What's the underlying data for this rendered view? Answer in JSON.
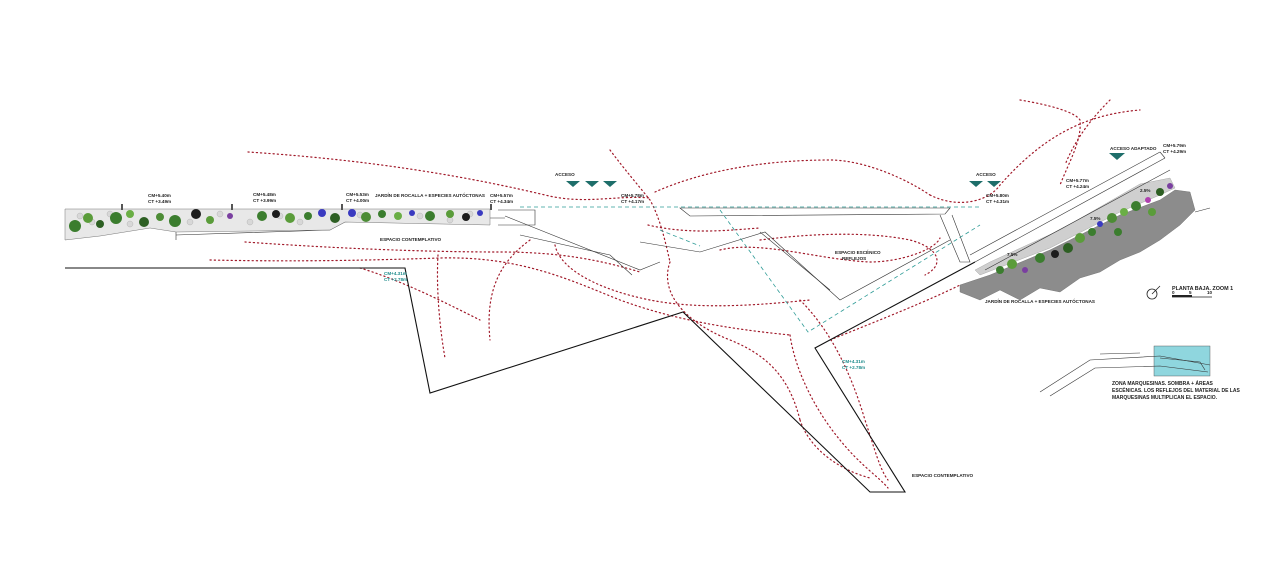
{
  "labels": {
    "garden_left": "JARDÍN DE ROCALLA + ESPECIES AUTÓCTONAS",
    "garden_right": "JARDÍN DE ROCALLA + ESPECIES AUTÓCTONAS",
    "espacio_contemplativo_top": "ESPACIO CONTEMPLATIVO",
    "espacio_contemplativo_bottom": "ESPACIO CONTEMPLATIVO",
    "espacio_escenico_1": "ESPACIO ESCÉNICO",
    "espacio_escenico_2": "REFLEJOS",
    "acceso_center": "ACCESO",
    "acceso_right": "ACCESO",
    "acceso_adaptado": "ACCESO ADAPTADO",
    "plan_title": "PLANTA BAJA. ZOOM 1",
    "scale_0": "0",
    "scale_5": "5",
    "scale_10": "10"
  },
  "elevations": {
    "e1_cm": "CM+5.40m",
    "e1_ct": "CT +3.49m",
    "e2_cm": "CM+5.48m",
    "e2_ct": "CT +3.99m",
    "e3_cm": "CM+5.53m",
    "e3_ct": "CT +4.00m",
    "e4_cm": "CM+5.57m",
    "e4_ct": "CT +4.34m",
    "e5_cm": "CM+5.78m",
    "e5_ct": "CT +4.17m",
    "e6_cm": "CM+5.80m",
    "e6_ct": "CT +4.31m",
    "e7_cm": "CM+5.77m",
    "e7_ct": "CT +4.24m",
    "e8_cm": "CM+5.79m",
    "e8_ct": "CT +4.29m",
    "t1_cm": "CM+4.31m",
    "t1_ct": "CT +2.78m",
    "t2_cm": "CM+4.31m",
    "t2_ct": "CT +2.78m"
  },
  "slopes": {
    "s1": "7.5%",
    "s2": "7.5%",
    "s3": "2.5%"
  },
  "note": {
    "line1": "ZONA MARQUESINAS. SOMBRA + ÁREAS",
    "line2": "ESCÉNICAS. LOS REFLEJOS DEL MATERIAL DE LAS",
    "line3": "MARQUESINAS MULTIPLICAN EL ESPACIO."
  },
  "colors": {
    "accent_teal": "#2f9c97",
    "path_red": "#a11a2a",
    "note_box": "#8fd6de",
    "garden_green": "#3b7d2e"
  }
}
